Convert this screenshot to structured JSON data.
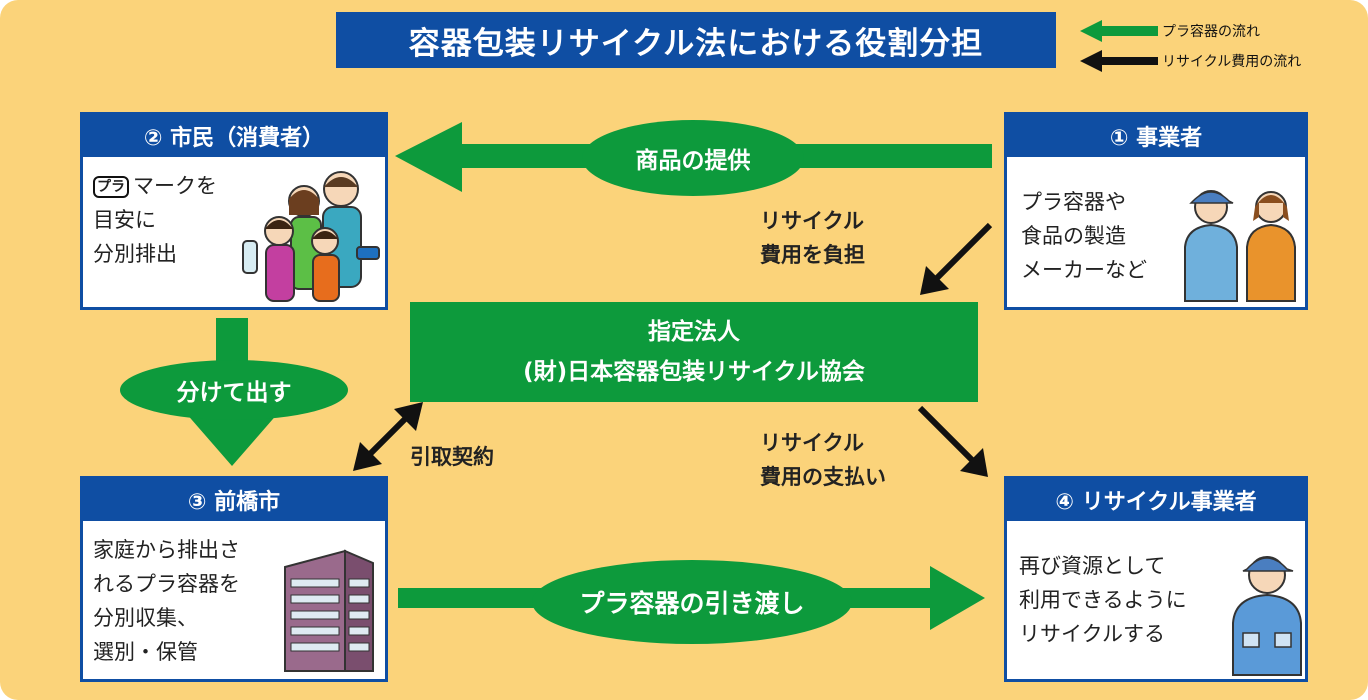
{
  "title": "容器包装リサイクル法における役割分担",
  "legend": {
    "green": "プラ容器の流れ",
    "black": "リサイクル費用の流れ"
  },
  "colors": {
    "background": "#fbd37a",
    "header_blue": "#0f4ea3",
    "flow_green": "#0d9a3c",
    "cost_black": "#111111"
  },
  "boxes": {
    "citizen": {
      "header": "② 市民（消費者）",
      "mark_glyph": "プラ",
      "lines": [
        "マークを",
        "目安に",
        "分別排出"
      ]
    },
    "business": {
      "header": "① 事業者",
      "lines": [
        "プラ容器や",
        "食品の製造",
        "メーカーなど"
      ]
    },
    "city": {
      "header": "③ 前橋市",
      "lines": [
        "家庭から排出さ",
        "れるプラ容器を",
        "分別収集、",
        "選別・保管"
      ]
    },
    "recycler": {
      "header": "④ リサイクル事業者",
      "lines": [
        "再び資源として",
        "利用できるように",
        "リサイクルする"
      ]
    }
  },
  "center": {
    "line1": "指定法人",
    "line2": "(財)日本容器包装リサイクル協会"
  },
  "flows": {
    "provide_goods": "商品の提供",
    "separate": "分けて出す",
    "handover": "プラ容器の引き渡し"
  },
  "annotations": {
    "bear_cost": [
      "リサイクル",
      "費用を負担"
    ],
    "pay_cost": [
      "リサイクル",
      "費用の支払い"
    ],
    "contract": "引取契約"
  }
}
